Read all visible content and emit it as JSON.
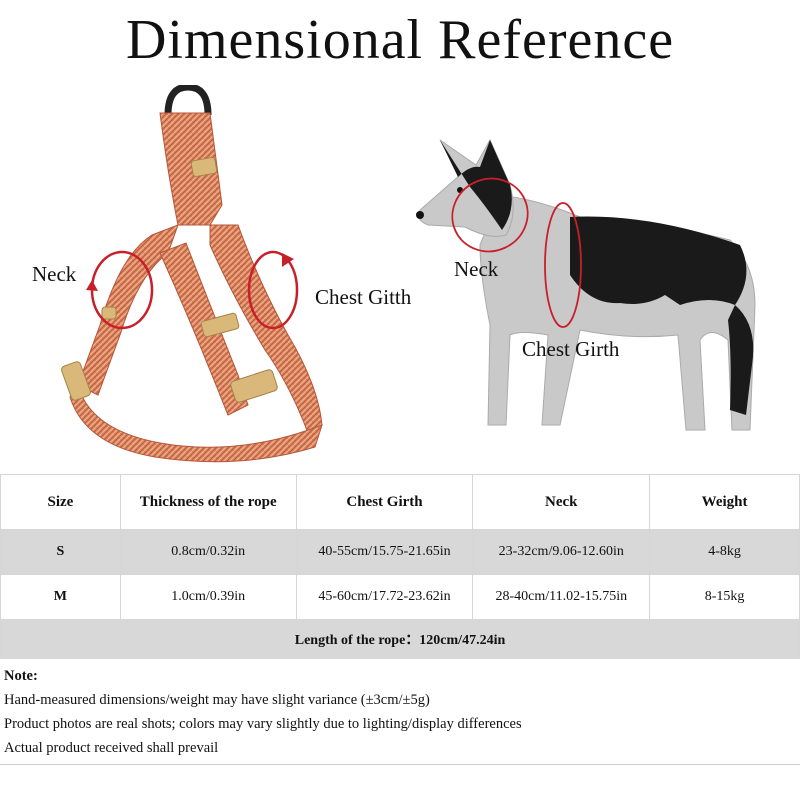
{
  "title": "Dimensional Reference",
  "harness_labels": {
    "neck": "Neck",
    "chest": "Chest Gitth"
  },
  "dog_labels": {
    "neck": "Neck",
    "chest": "Chest Girth"
  },
  "table": {
    "headers": [
      "Size",
      "Thickness of the rope",
      "Chest Girth",
      "Neck",
      "Weight"
    ],
    "rows": [
      [
        "S",
        "0.8cm/0.32in",
        "40-55cm/15.75-21.65in",
        "23-32cm/9.06-12.60in",
        "4-8kg"
      ],
      [
        "M",
        "1.0cm/0.39in",
        "45-60cm/17.72-23.62in",
        "28-40cm/11.02-15.75in",
        "8-15kg"
      ]
    ],
    "footer": "Length of the rope：120cm/47.24in"
  },
  "notes": {
    "heading": "Note:",
    "lines": [
      "Hand-measured dimensions/weight may have slight variance (±3cm/±5g)",
      "Product photos are real shots; colors may vary slightly due to lighting/display differences",
      "Actual product received shall prevail"
    ]
  },
  "colors": {
    "harness": "#d9825a",
    "harness_dark": "#b5553a",
    "buckle": "#d9b87a",
    "ring": "#222222",
    "arrow": "#c8202a",
    "dog_gray": "#c9c9c9",
    "dog_black": "#1a1a1a",
    "row_gray": "#d8d8d8"
  }
}
